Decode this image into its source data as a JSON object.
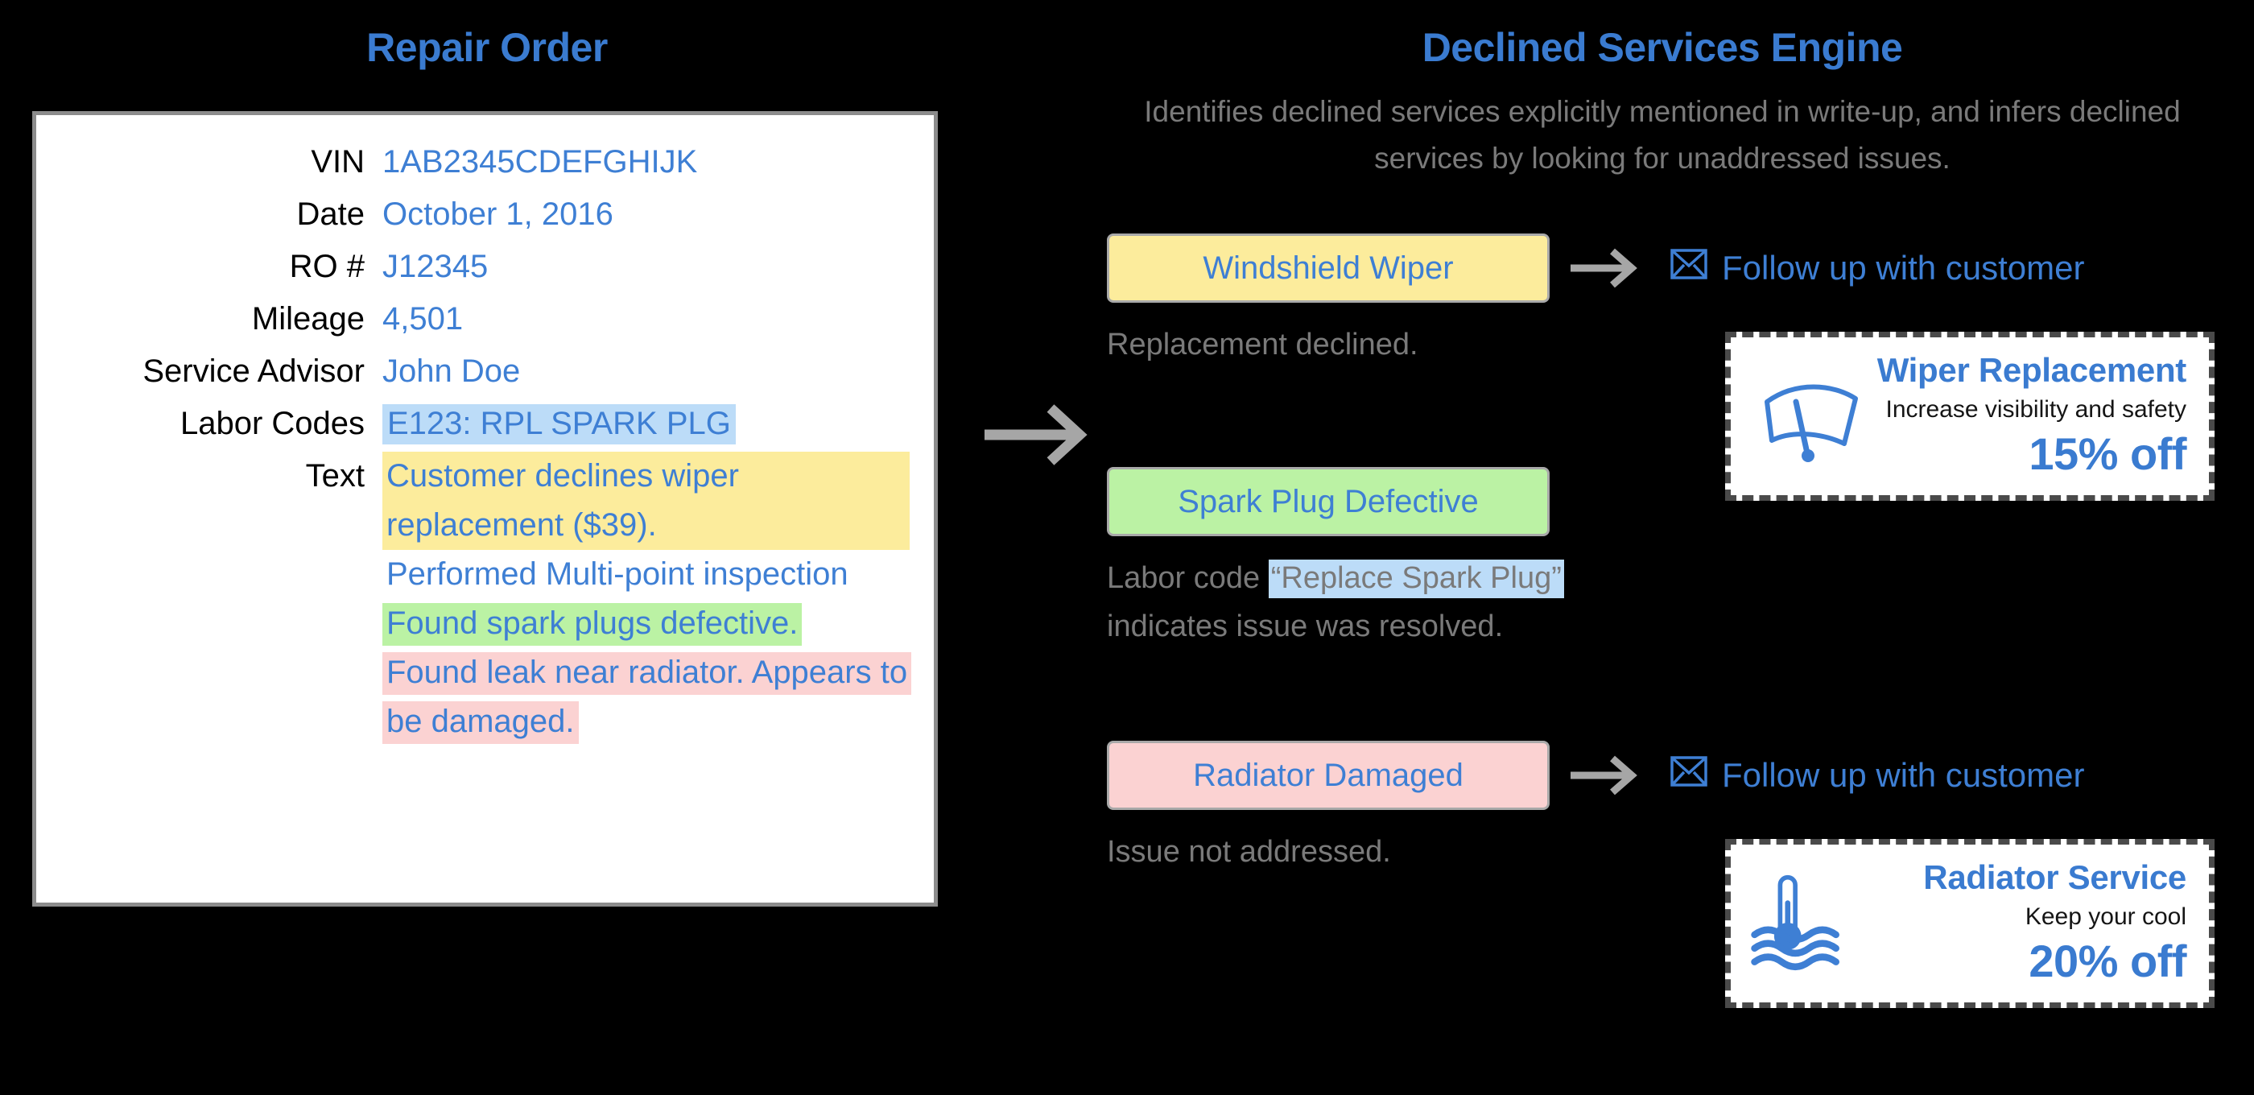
{
  "left": {
    "title": "Repair Order",
    "fields": [
      {
        "label": "VIN",
        "value": "1AB2345CDEFGHIJK",
        "highlight": "none"
      },
      {
        "label": "Date",
        "value": "October 1, 2016",
        "highlight": "none"
      },
      {
        "label": "RO #",
        "value": "J12345",
        "highlight": "none"
      },
      {
        "label": "Mileage",
        "value": "4,501",
        "highlight": "none"
      },
      {
        "label": "Service Advisor",
        "value": "John Doe",
        "highlight": "none"
      },
      {
        "label": "Labor Codes",
        "value": "E123: RPL SPARK PLG",
        "highlight": "blue"
      }
    ],
    "text_label": "Text",
    "text_lines": [
      {
        "text": "Customer declines wiper replacement ($39).",
        "highlight": "yellow"
      },
      {
        "text": "Performed Multi-point inspection",
        "highlight": "none"
      },
      {
        "text": "Found spark plugs defective.",
        "highlight": "green"
      },
      {
        "text": "Found leak near radiator. Appears to be damaged.",
        "highlight": "pink"
      }
    ]
  },
  "center": {
    "arrow_icon": "arrow-right-icon"
  },
  "right": {
    "title": "Declined Services Engine",
    "subtitle": "Identifies declined services explicitly mentioned in write-up, and infers declined services by looking for unaddressed issues.",
    "findings": [
      {
        "chip_label": "Windshield Wiper",
        "chip_color": "yellow",
        "description": "Replacement declined.",
        "has_arrow": true,
        "action_label": "Follow up with customer",
        "action_icon": "envelope-icon"
      },
      {
        "chip_label": "Spark Plug Defective",
        "chip_color": "green",
        "description_pre": "Labor code ",
        "description_hl": "“Replace Spark Plug”",
        "description_post": " indicates issue was resolved.",
        "has_arrow": false,
        "action_label": "",
        "action_icon": ""
      },
      {
        "chip_label": "Radiator Damaged",
        "chip_color": "pink",
        "description": "Issue not addressed.",
        "has_arrow": true,
        "action_label": "Follow up with customer",
        "action_icon": "envelope-icon"
      }
    ],
    "coupons": [
      {
        "title": "Wiper Replacement",
        "subtitle": "Increase visibility and safety",
        "offer": "15% off",
        "icon": "wiper-blade-icon"
      },
      {
        "title": "Radiator Service",
        "subtitle": "Keep your cool",
        "offer": "20% off",
        "icon": "thermometer-water-icon"
      }
    ]
  },
  "colors": {
    "background": "#000000",
    "accent_blue": "#3a7bd0",
    "text_blue": "#3e7fd4",
    "grey_text": "#7a7a7a",
    "highlight_yellow": "#fcec9c",
    "highlight_green": "#bbf2a4",
    "highlight_pink": "#fbd2d2",
    "highlight_blue": "#bcdcf8",
    "card_border": "#8c8c8c",
    "coupon_border": "#4a4a4a"
  }
}
